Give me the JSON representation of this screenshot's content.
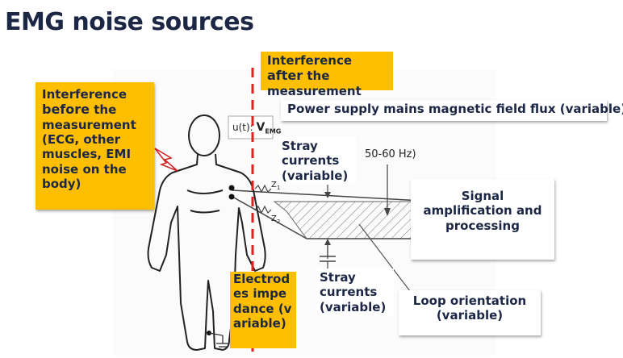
{
  "slide": {
    "title": "EMG noise sources"
  },
  "boxes": {
    "before": {
      "pre": "Interference ",
      "bold": "before",
      "post": " the measurement (ECG, other muscles, EMI noise on the body)"
    },
    "after": {
      "pre": "Interference ",
      "bold": "after",
      "post": " the measurement"
    },
    "power_supply": "Power supply mains magnetic field flux (variable)",
    "stray_top": "Stray currents (variable)",
    "stray_bottom": "Stray currents (variable)",
    "signal": "Signal amplification and processing",
    "loop": "Loop orientation (variable)",
    "electrodes": "Electrodes impedance (variable)"
  },
  "figure_labels": {
    "voltage": "u(t): ",
    "voltage_symbol": "V",
    "voltage_sub": "EMG",
    "freq": "50-60 Hz)",
    "z1": "Z",
    "z1_sub": "1",
    "z2": "Z",
    "z2_sub": "2"
  },
  "colors": {
    "title": "#1b2744",
    "highlight": "#ffbf00",
    "red_line": "#e02020"
  }
}
